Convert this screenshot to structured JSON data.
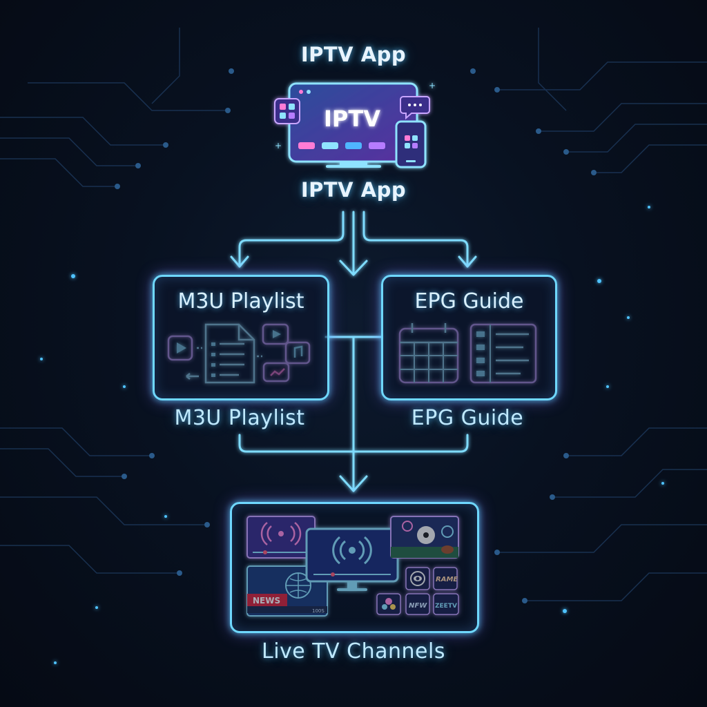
{
  "diagram": {
    "top_label": "IPTV App",
    "device_screen_text": "IPTV",
    "app_label": "IPTV App",
    "playlist_box_title": "M3U Playlist",
    "playlist_label": "M3U Playlist",
    "epg_box_title": "EPG Guide",
    "epg_label": "EPG Guide",
    "channels_label": "Live TV Channels",
    "channel_badges": {
      "news": "NEWS",
      "ticker": "100S",
      "rame": "RAME",
      "nfw": "NFW",
      "zee": "ZEETV"
    }
  },
  "colors": {
    "cyan": "#6fd8ff",
    "violet": "#9a7bff",
    "magenta": "#c77dff",
    "background": "#081120"
  }
}
